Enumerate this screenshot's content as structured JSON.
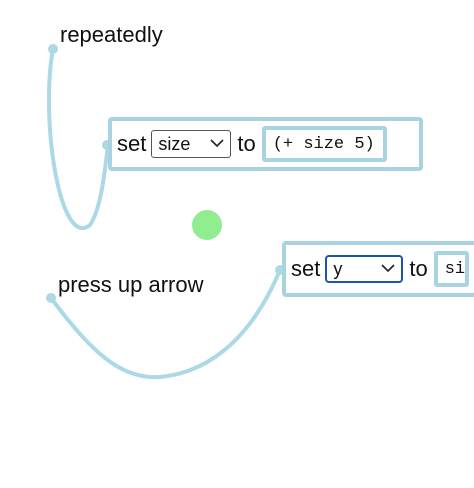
{
  "colors": {
    "wire": "#add8e6",
    "block_border": "#aad3e2",
    "focus_border": "#1b55b0",
    "sprite": "#90ee90"
  },
  "trigger_repeatedly": {
    "label": "repeatedly"
  },
  "block_set_size": {
    "set_label": "set",
    "variable": "size",
    "to_label": "to",
    "expression": "(+ size 5)"
  },
  "trigger_up_arrow": {
    "label": "press up arrow"
  },
  "block_set_y": {
    "set_label": "set",
    "variable": "y",
    "to_label": "to",
    "expression": "si"
  },
  "sprite": {
    "shape": "circle"
  }
}
